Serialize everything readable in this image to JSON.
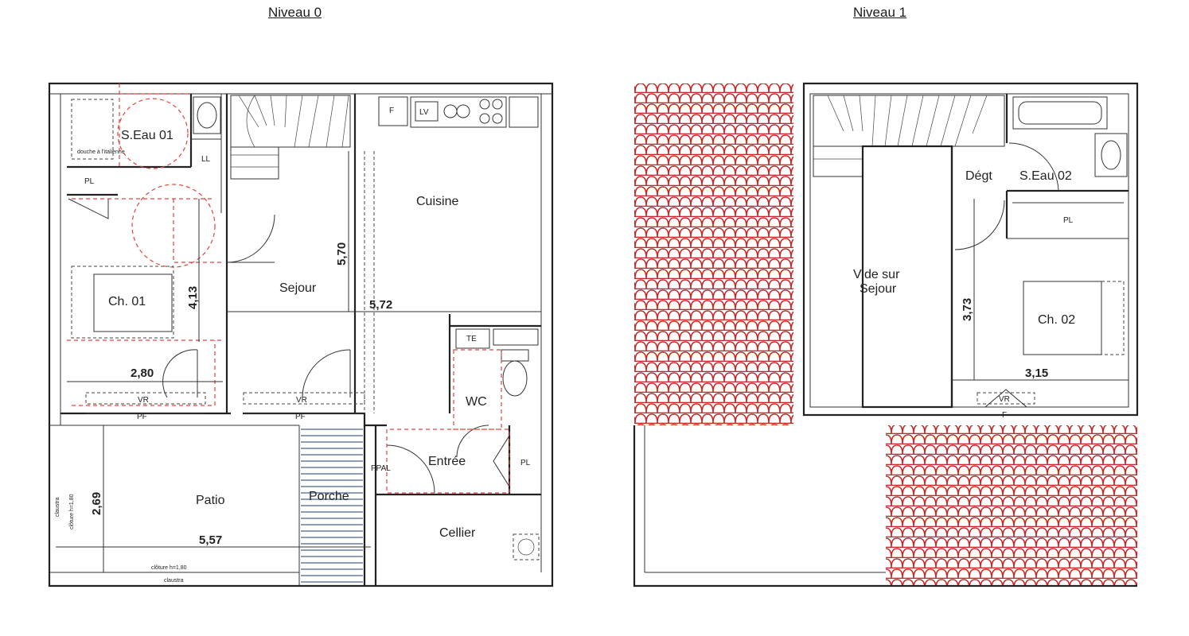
{
  "levels": {
    "level0": "Niveau 0",
    "level1": "Niveau 1"
  },
  "rooms": {
    "seau01": "S.Eau 01",
    "douche": "douche à l'italienne",
    "ll": "LL",
    "pl1": "PL",
    "ch01": "Ch. 01",
    "sejour": "Sejour",
    "cuisine": "Cuisine",
    "fridge": "F",
    "lv": "LV",
    "te": "TE",
    "wc": "WC",
    "entree": "Entrée",
    "ppal": "PPAL",
    "pl2": "PL",
    "porche": "Porche",
    "patio": "Patio",
    "cellier": "Cellier",
    "vr1": "VR",
    "pf1": "PF",
    "vr2": "VR",
    "pf2": "PF",
    "claustra_side": "claustra",
    "cloture_side": "clôture h=1,80",
    "cloture_bottom": "clôture h=1,80",
    "claustra_bottom": "claustra",
    "degt": "Dégt",
    "seau02": "S.Eau 02",
    "pl3": "PL",
    "vide": "Vide sur",
    "vide2": "Sejour",
    "ch02": "Ch. 02",
    "vr3": "VR",
    "f3": "F"
  },
  "dims": {
    "d570": "5,70",
    "d413": "4,13",
    "d572": "5,72",
    "d280": "2,80",
    "d269": "2,69",
    "d557": "5,57",
    "d373": "3,73",
    "d315": "3,15"
  },
  "colors": {
    "roof_tile": "#c62828",
    "clearance": "#e0443c",
    "porch_stripes": "#4a6e95"
  }
}
